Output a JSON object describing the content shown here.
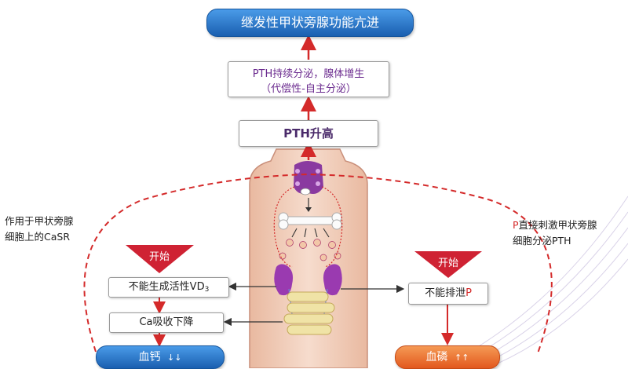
{
  "title": "继发性甲状旁腺功能亢进",
  "pth_box": {
    "line1": "PTH持续分泌，腺体增生",
    "line2": "（代偿性-自主分泌）"
  },
  "pth_rise": "PTH升高",
  "left_note": {
    "line1": "作用于甲状旁腺",
    "line2": "细胞上的CaSR"
  },
  "right_note": {
    "prefix": "P",
    "line1_rest": "直接刺激甲状旁腺",
    "line2": "细胞分泌PTH"
  },
  "start_left": "开始",
  "start_right": "开始",
  "vd3_box": {
    "text": "不能生成活性VD",
    "sub": "3"
  },
  "ca_box": "Ca吸收下降",
  "p_box": {
    "text": "不能排泄",
    "suffix": "P"
  },
  "calcium_pill": {
    "text": "血钙",
    "arrows": "↓↓"
  },
  "phosphorus_pill": {
    "text": "血磷",
    "arrows": "↑↑"
  },
  "colors": {
    "red": "#d42a2a",
    "blue_pill": "#1f72c9",
    "orange_pill": "#ee6a2a",
    "purple": "#6b2b8f",
    "triangle": "#cf2233"
  }
}
